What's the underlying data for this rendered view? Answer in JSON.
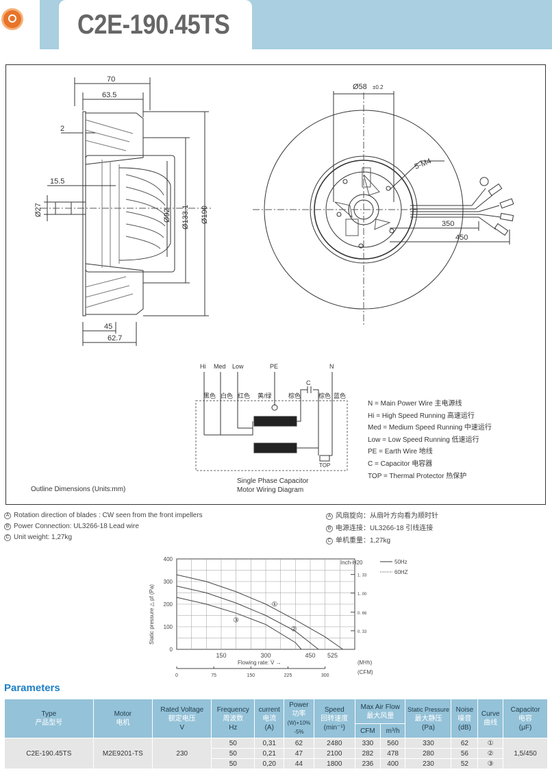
{
  "header": {
    "title": "C2E-190.45TS"
  },
  "drawing": {
    "side_dims": {
      "d70": "70",
      "d63_5": "63.5",
      "d2": "2",
      "d15_5": "15.5",
      "d27": "Ø27",
      "d92": "Ø92",
      "d133": "Ø133.1",
      "d190": "Ø190",
      "d45": "45",
      "d62_7": "62.7"
    },
    "front_dims": {
      "d58": "Ø58",
      "d58_tol": "±0.2",
      "m4": "5-M4",
      "d350": "350",
      "d450": "450"
    },
    "wiring": {
      "top_labels": [
        "Hi",
        "Med",
        "Low",
        "PE",
        "N"
      ],
      "color_labels": [
        "黑色",
        "白色",
        "红色",
        "黄/绿",
        "棕色",
        "棕色",
        "蓝色"
      ],
      "cap_label": "C",
      "top_label": "TOP",
      "caption_line1": "Single Phase Capacitor",
      "caption_line2": "Motor Wiring Diagram"
    },
    "legend": [
      "N    = Main Power  Wire  主电源线",
      "Hi   = High Speed Running  高速运行",
      "Med = Medium Speed Running  中速运行",
      "Low  = Low Speed Running 低速运行",
      "PE   = Earth Wire  地线",
      "C     =  Capacitor  电容器",
      "TOP = Thermal Protector 热保护"
    ],
    "outline_caption": "Outline Dimensions (Units:mm)"
  },
  "notes": {
    "en": [
      {
        "mark": "A",
        "text": "Rotation direction of blades : CW seen from the front impellers"
      },
      {
        "mark": "B",
        "text": "Power Connection:  UL3266-18 Lead wire"
      },
      {
        "mark": "C",
        "text": "Unit weight:  1,27kg"
      }
    ],
    "zh": [
      {
        "mark": "A",
        "text": "风扇旋向：从扇叶方向看为顺时针"
      },
      {
        "mark": "B",
        "text": "电源连接：UL3266-18 引线连接"
      },
      {
        "mark": "C",
        "text": "单机重量：1,27kg"
      }
    ]
  },
  "chart_data": {
    "type": "line",
    "ylabel": "Static pressure △ pf (Pa)",
    "xlabel": "Flowing rate: V̇ →",
    "x_unit_top": "(M³/h)",
    "x_unit_bottom": "(CFM)",
    "y_ticks": [
      "0",
      "100",
      "200",
      "300",
      "400"
    ],
    "x_ticks_m3h": [
      "150",
      "300",
      "450",
      "525"
    ],
    "x_ticks_cfm": [
      "0",
      "75",
      "150",
      "225",
      "300"
    ],
    "right_axis_label": "Inch-H20",
    "right_ticks": [
      "1. 33",
      "1. 00",
      "0. 66",
      "0. 33"
    ],
    "legend": [
      "50Hz",
      "60HZ"
    ],
    "ylim": [
      0,
      400
    ],
    "xlim_m3h": [
      0,
      600
    ],
    "series": [
      {
        "name": "①",
        "label_at": [
          330,
          190
        ],
        "points": [
          [
            0,
            330
          ],
          [
            100,
            300
          ],
          [
            200,
            255
          ],
          [
            300,
            200
          ],
          [
            400,
            130
          ],
          [
            500,
            55
          ],
          [
            560,
            0
          ]
        ]
      },
      {
        "name": "②",
        "label_at": [
          395,
          80
        ],
        "points": [
          [
            0,
            280
          ],
          [
            100,
            250
          ],
          [
            200,
            205
          ],
          [
            300,
            150
          ],
          [
            400,
            80
          ],
          [
            478,
            0
          ]
        ]
      },
      {
        "name": "③",
        "label_at": [
          200,
          120
        ],
        "points": [
          [
            0,
            230
          ],
          [
            100,
            200
          ],
          [
            200,
            160
          ],
          [
            300,
            110
          ],
          [
            400,
            30
          ],
          [
            420,
            0
          ]
        ]
      }
    ]
  },
  "params": {
    "title": "Parameters",
    "headers": [
      {
        "en": "Type",
        "zh": "产品型号"
      },
      {
        "en": "Motor",
        "zh": "电机"
      },
      {
        "en": "Rated Voltage",
        "zh": "额定电压",
        "unit": "V"
      },
      {
        "en": "Frequency",
        "zh": "周波数",
        "unit": "Hz"
      },
      {
        "en": "current",
        "zh": "电流",
        "unit": "(A)"
      },
      {
        "en": "Power",
        "zh": "功率",
        "unit": "(W)+10% -5%"
      },
      {
        "en": "Speed",
        "zh": "回转速度",
        "unit": "(min⁻¹)"
      },
      {
        "en": "Max Air Flow",
        "zh": "最大风量",
        "unit_cfm": "CFM",
        "unit_m3h": "m³/h"
      },
      {
        "en": "Static Pressure",
        "zh": "最大静压",
        "unit": "(Pa)"
      },
      {
        "en": "Noise",
        "zh": "噪音",
        "unit": "(dB)"
      },
      {
        "en": "Curve",
        "zh": "曲线"
      },
      {
        "en": "Capacitor",
        "zh": "电容",
        "unit": "(μF)"
      }
    ],
    "type": "C2E-190.45TS",
    "motor": "M2E9201-TS",
    "voltage": "230",
    "capacitor": "1,5/450",
    "rows": [
      {
        "hz": "50",
        "a": "0,31",
        "w": "62",
        "speed": "2480",
        "cfm": "330",
        "m3h": "560",
        "pa": "330",
        "db": "62",
        "curve": "①"
      },
      {
        "hz": "50",
        "a": "0,21",
        "w": "47",
        "speed": "2100",
        "cfm": "282",
        "m3h": "478",
        "pa": "280",
        "db": "56",
        "curve": "②"
      },
      {
        "hz": "50",
        "a": "0,20",
        "w": "44",
        "speed": "1800",
        "cfm": "236",
        "m3h": "400",
        "pa": "230",
        "db": "52",
        "curve": "③"
      }
    ]
  }
}
